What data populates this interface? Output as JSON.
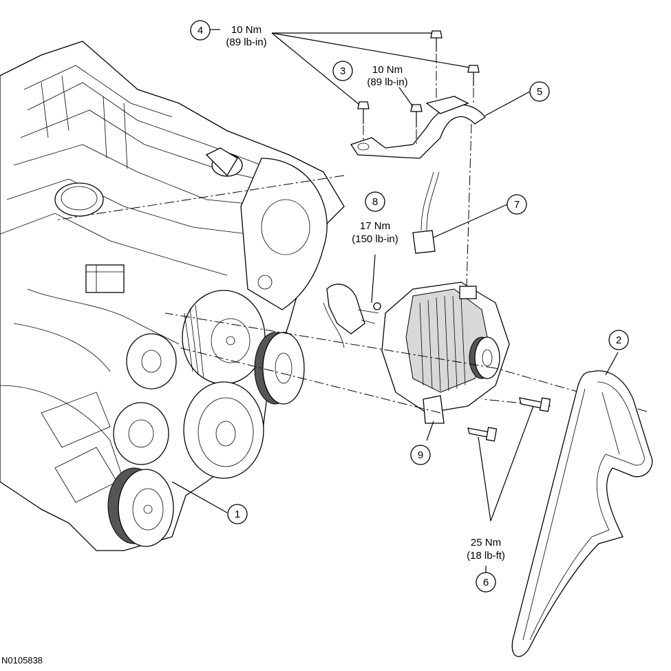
{
  "figure_id": "N0105838",
  "callouts": [
    {
      "number": "1"
    },
    {
      "number": "2"
    },
    {
      "number": "3",
      "torque_nm": "10 Nm",
      "torque_imperial": "(89 lb-in)"
    },
    {
      "number": "4",
      "torque_nm": "10 Nm",
      "torque_imperial": "(89 lb-in)"
    },
    {
      "number": "5"
    },
    {
      "number": "6",
      "torque_nm": "25 Nm",
      "torque_imperial": "(18 lb-ft)"
    },
    {
      "number": "7"
    },
    {
      "number": "8",
      "torque_nm": "17 Nm",
      "torque_imperial": "(150 lb-in)"
    },
    {
      "number": "9"
    }
  ]
}
